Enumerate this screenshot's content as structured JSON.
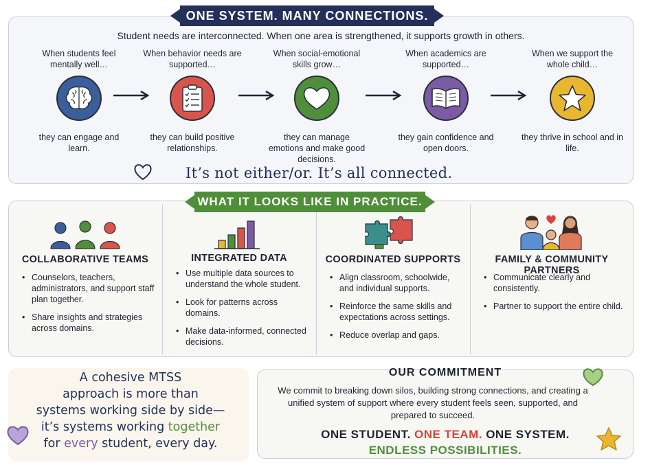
{
  "header": {
    "title": "ONE SYSTEM. MANY CONNECTIONS.",
    "subtitle": "Student needs are interconnected. When one area is strengthened, it supports growth in others."
  },
  "steps": [
    {
      "lead": "When students feel mentally well…",
      "icon": "brain-icon",
      "color": "#3b5f9a",
      "result": "they can engage and learn."
    },
    {
      "lead": "When behavior needs are supported…",
      "icon": "checklist-clipboard-icon",
      "color": "#d9544a",
      "result": "they can build positive relationships."
    },
    {
      "lead": "When social-emotional skills grow…",
      "icon": "heart-icon",
      "color": "#4f8f3a",
      "result": "they can manage emotions and make good decisions."
    },
    {
      "lead": "When academics are supported…",
      "icon": "open-book-icon",
      "color": "#7b5aa6",
      "result": "they gain confidence and open doors."
    },
    {
      "lead": "When we support the whole child…",
      "icon": "star-icon",
      "color": "#eab630",
      "result": "they thrive in school and in life."
    }
  ],
  "connected_line": "It’s not either/or. It’s all connected.",
  "practice": {
    "title": "WHAT IT LOOKS LIKE IN PRACTICE.",
    "columns": [
      {
        "title": "COLLABORATIVE TEAMS",
        "icon": "team-people-icon",
        "items": [
          "Counselors, teachers, administrators, and support staff plan together.",
          "Share insights and strategies across domains."
        ]
      },
      {
        "title": "INTEGRATED DATA",
        "icon": "bar-chart-icon",
        "items": [
          "Use multiple data sources to understand the whole student.",
          "Look for patterns across domains.",
          "Make data-informed, connected decisions."
        ]
      },
      {
        "title": "COORDINATED SUPPORTS",
        "icon": "puzzle-pieces-icon",
        "items": [
          "Align classroom, schoolwide, and individual supports.",
          "Reinforce the same skills and expectations across settings.",
          "Reduce overlap and gaps."
        ]
      },
      {
        "title": "FAMILY & COMMUNITY PARTNERS",
        "icon": "family-icon",
        "items": [
          "Communicate clearly and consistently.",
          "Partner to support the entire child."
        ]
      }
    ]
  },
  "cohesive": {
    "line1": "A cohesive MTSS",
    "line2": "approach is more than",
    "line3": "systems working side by side—",
    "line4_pre": "it’s systems working ",
    "line4_em": "together",
    "line5_pre": "for ",
    "line5_em": "every",
    "line5_post": " student, every day."
  },
  "commitment": {
    "title": "OUR COMMITMENT",
    "text": "We commit to breaking down silos, building strong connections, and creating a unified system of support where every student feels seen, supported, and prepared to succeed.",
    "slogan_a": "ONE STUDENT. ",
    "slogan_b": "ONE TEAM.",
    "slogan_c": " ONE SYSTEM.",
    "slogan_2": "ENDLESS POSSIBILITIES."
  },
  "colors": {
    "navy": "#22305a",
    "green": "#4f8f3a",
    "red": "#d9453a",
    "purple": "#7b5aa6",
    "yellow": "#eab630"
  }
}
